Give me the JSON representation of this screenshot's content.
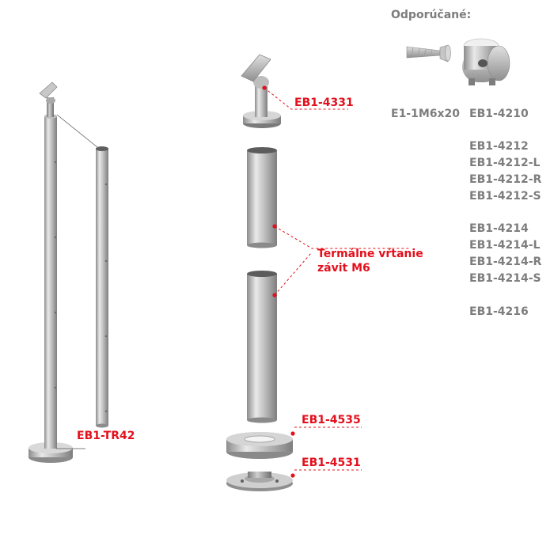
{
  "recommended": {
    "heading": "Odporúčané:",
    "screw_code": "E1-1M6x20",
    "holder_code": "EB1-4210",
    "group1": [
      "EB1-4212",
      "EB1-4212-L",
      "EB1-4212-R",
      "EB1-4212-S"
    ],
    "group2": [
      "EB1-4214",
      "EB1-4214-L",
      "EB1-4214-R",
      "EB1-4214-S"
    ],
    "group3": [
      "EB1-4216"
    ]
  },
  "callouts": {
    "post": "EB1-TR42",
    "saddle": "EB1-4331",
    "drilling_line1": "Termálne vŕtanie",
    "drilling_line2": "závit M6",
    "cover_ring": "EB1-4535",
    "base_flange": "EB1-4531"
  },
  "colors": {
    "accent": "#e3101d",
    "code_text": "#7d7d7d",
    "steel_light": "#e6e6e6",
    "steel_dark": "#8a8a8a"
  }
}
